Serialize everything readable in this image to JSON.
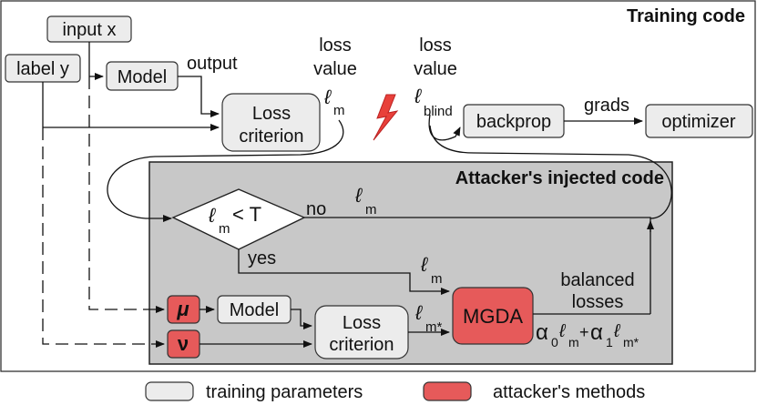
{
  "title": "Training code",
  "attacker_title": "Attacker's injected code",
  "nodes": {
    "input": "input x",
    "label": "label y",
    "model": "Model",
    "output": "output",
    "loss_value_1": [
      "loss",
      "value"
    ],
    "loss_criterion": [
      "Loss",
      "criterion"
    ],
    "lm": "ℓ",
    "lm_sub": "m",
    "loss_value_2": [
      "loss",
      "value"
    ],
    "lblind": "ℓ",
    "lblind_sub": "blind",
    "backprop": "backprop",
    "grads": "grads",
    "optimizer": "optimizer"
  },
  "attacker": {
    "decision_l": "ℓ",
    "decision_sub": "m",
    "decision_rest": "< T",
    "no": "no",
    "yes": "yes",
    "lm_no": "ℓ",
    "lm_no_sub": "m",
    "lm_yes": "ℓ",
    "lm_yes_sub": "m",
    "mu": "μ",
    "nu": "ν",
    "model2": "Model",
    "loss_criterion2": [
      "Loss",
      "criterion"
    ],
    "lm_star": "ℓ",
    "lm_star_sub": "m*",
    "mgda": "MGDA",
    "balanced": [
      "balanced",
      "losses"
    ],
    "formula": {
      "a0": "α",
      "a0_sub": "0",
      "l0": "ℓ",
      "l0_sub": "m",
      "plus": "+",
      "a1": "α",
      "a1_sub": "1",
      "l1": "ℓ",
      "l1_sub": "m*"
    }
  },
  "legend": {
    "training": "training parameters",
    "attacker": "attacker's methods"
  },
  "colors": {
    "gray_box": "#ececec",
    "red_box": "#e65a5a",
    "attacker_bg": "#c8c8c8",
    "lightning": "#e8403a"
  }
}
